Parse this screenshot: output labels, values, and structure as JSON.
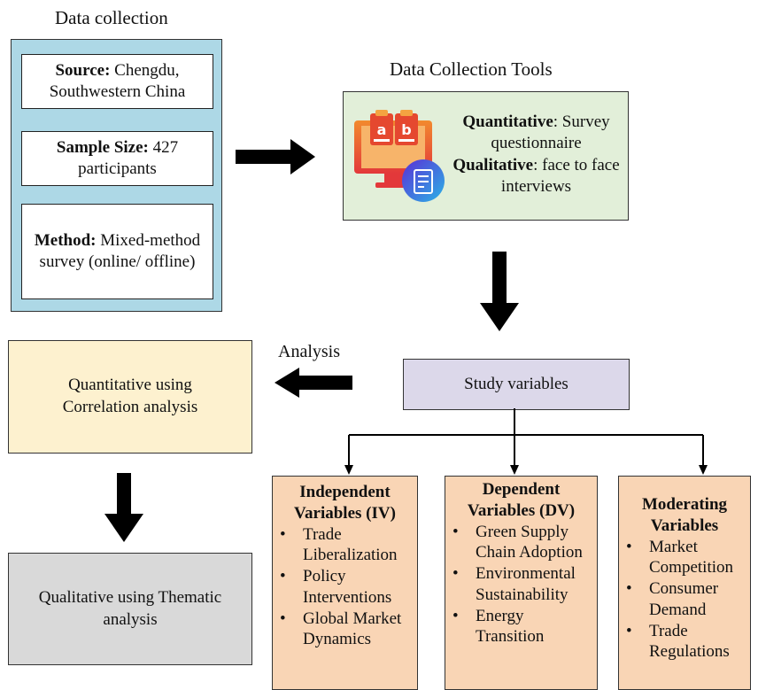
{
  "data_collection": {
    "title": "Data collection",
    "source": {
      "label": "Source:",
      "text": " Chengdu, Southwestern China"
    },
    "sample": {
      "label": "Sample Size:",
      "text": " 427 participants"
    },
    "method": {
      "label": "Method:",
      "text": " Mixed-method survey (online/ offline)"
    }
  },
  "tools": {
    "title": "Data Collection Tools",
    "quant_label": "Quantitative",
    "quant_text": ": Survey questionnaire",
    "qual_label": "Qualitative",
    "qual_text": ": face to face interviews",
    "icon_letters": [
      "a",
      "b"
    ]
  },
  "analysis": {
    "label": "Analysis",
    "quantitative": "Quantitative using Correlation analysis",
    "qualitative": "Qualitative using Thematic analysis"
  },
  "study_variables": "Study variables",
  "variables": {
    "independent": {
      "title": "Independent Variables (IV)",
      "items": [
        "Trade Liberalization",
        "Policy Interventions",
        "Global Market Dynamics"
      ]
    },
    "dependent": {
      "title": "Dependent Variables (DV)",
      "items": [
        "Green Supply Chain Adoption",
        "Environmental Sustainability",
        "Energy Transition"
      ]
    },
    "moderating": {
      "title": "Moderating Variables",
      "items": [
        "Market Competition",
        "Consumer Demand",
        "Trade Regulations"
      ]
    }
  },
  "bullet": "•",
  "colors": {
    "data_panel": "#add8e6",
    "tools_box": "#e2efd9",
    "study_box": "#dcd8ea",
    "quant_box": "#fdf1cf",
    "qual_box": "#d9d9d9",
    "variable_box": "#f9d5b5"
  }
}
